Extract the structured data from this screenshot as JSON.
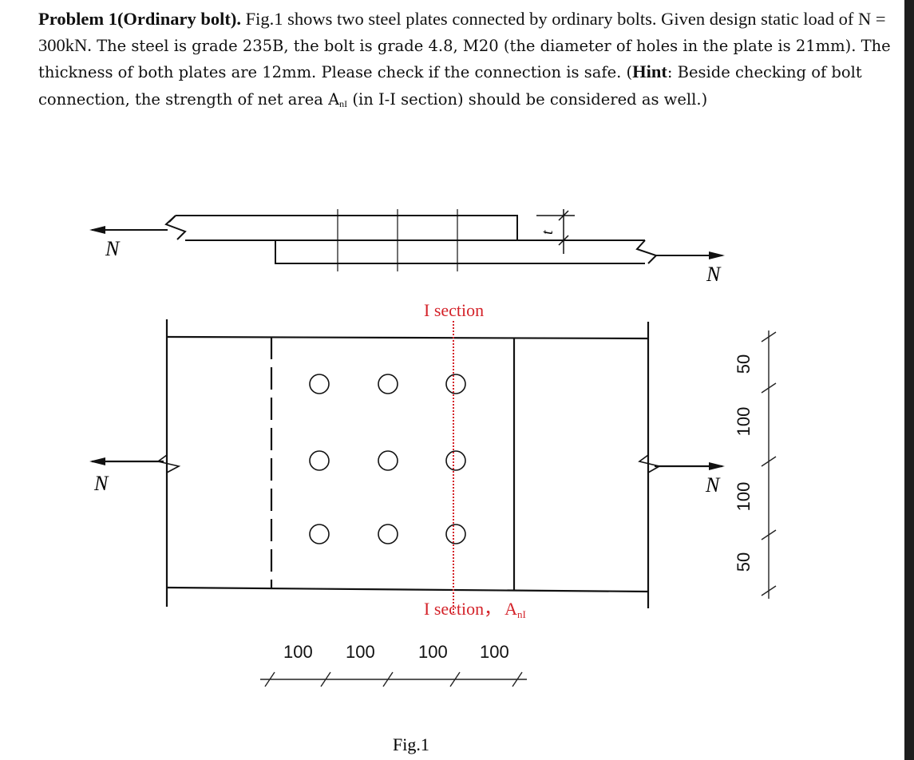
{
  "problem": {
    "title": "Problem 1(Ordinary bolt).",
    "sentence1": " Fig.1 shows two steel plates connected by ordinary bolts. Given design static load of N = 300kN.",
    "sentence2": " The steel is grade 235B, the bolt is grade 4.8, M20 (the diameter of holes in the plate is 21mm). The thickness of both plates are 12mm.  Please check if the connection is safe. (",
    "hint_label": "Hint",
    "hint_text": ": Beside checking of bolt connection, the strength of net area A",
    "hint_sub": "nI",
    "hint_end": " (in I-I section) should be considered as well.)"
  },
  "figure": {
    "force_label": "N",
    "thickness_label": "t",
    "section_top_label": "I section",
    "section_bottom_label": "I section，",
    "net_area_label": "A",
    "net_area_sub": "nI",
    "horizontal_dims": [
      "100",
      "100",
      "100",
      "100"
    ],
    "vertical_dims": [
      "50",
      "100",
      "100",
      "50"
    ],
    "caption": "Fig.1",
    "section_color": "#d4232a"
  }
}
